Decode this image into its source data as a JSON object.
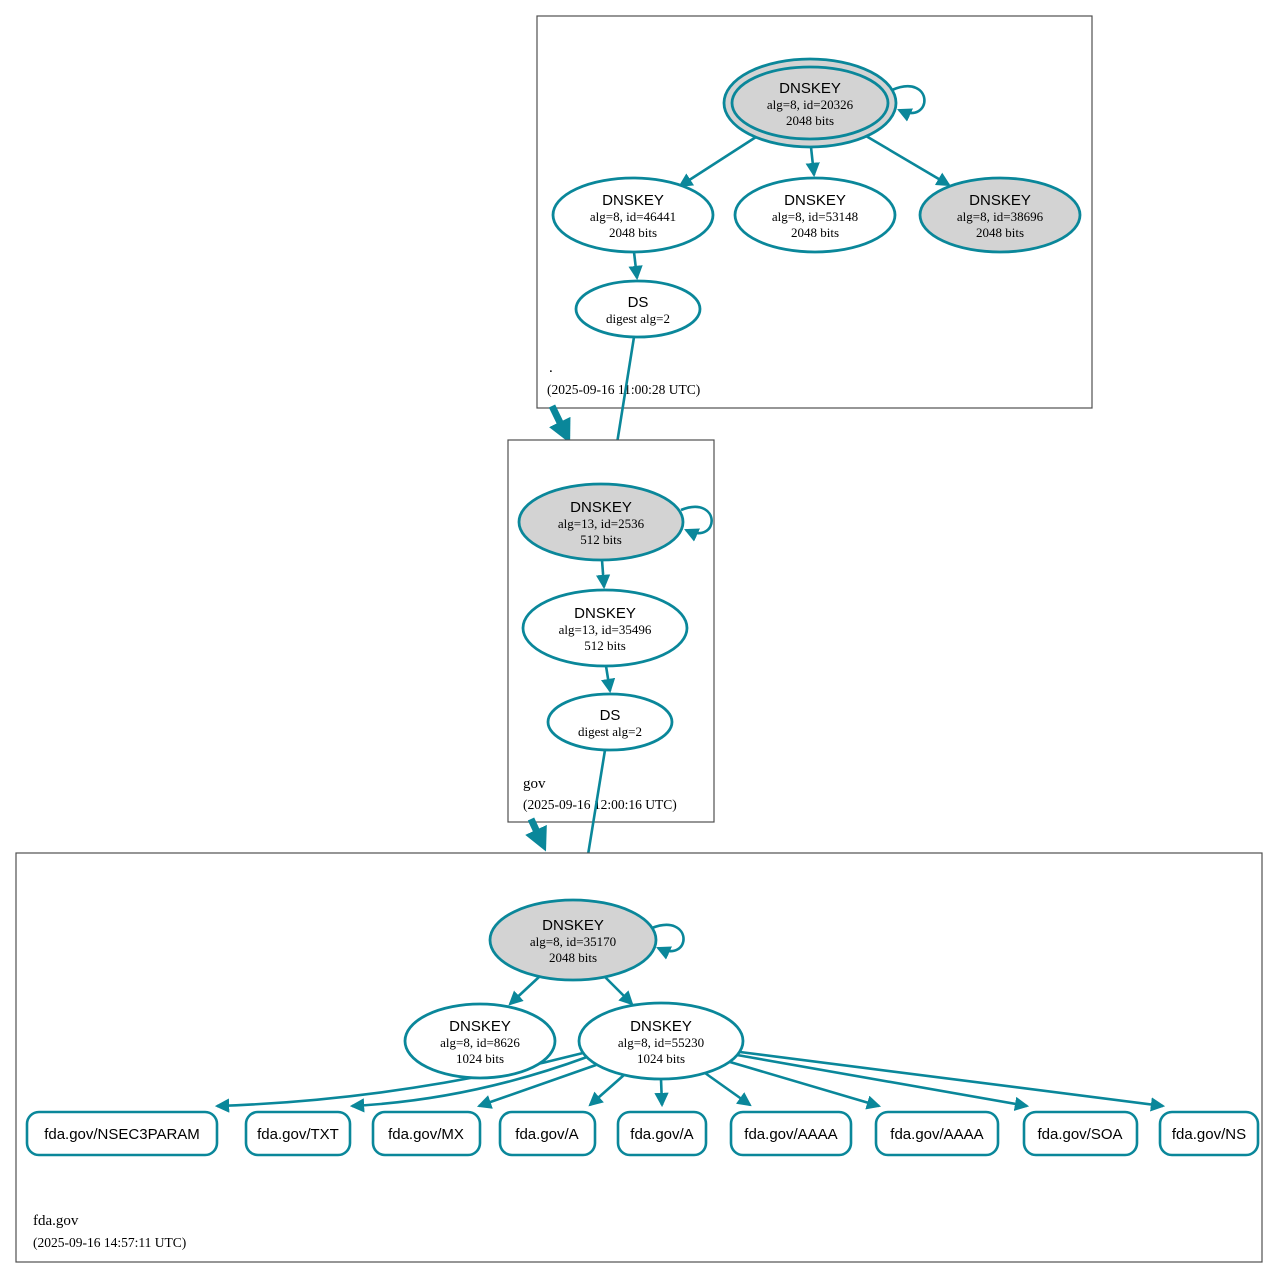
{
  "diagram": {
    "type": "dnssec-authentication-chain",
    "colors": {
      "secure_edge": "#0a879a",
      "node_stroke": "#0a879a",
      "ksk_fill": "#d3d3d3",
      "plain_fill": "#ffffff",
      "zone_box_border": "#4f4f4f",
      "text": "#000000"
    },
    "zones": {
      "root": {
        "name": ".",
        "timestamp": "(2025-09-16 11:00:28 UTC)",
        "ksk": {
          "title": "DNSKEY",
          "detail1": "alg=8, id=20326",
          "detail2": "2048 bits"
        },
        "zsk1": {
          "title": "DNSKEY",
          "detail1": "alg=8, id=46441",
          "detail2": "2048 bits"
        },
        "zsk2": {
          "title": "DNSKEY",
          "detail1": "alg=8, id=53148",
          "detail2": "2048 bits"
        },
        "key3": {
          "title": "DNSKEY",
          "detail1": "alg=8, id=38696",
          "detail2": "2048 bits"
        },
        "ds": {
          "title": "DS",
          "detail1": "digest alg=2"
        }
      },
      "gov": {
        "name": "gov",
        "timestamp": "(2025-09-16 12:00:16 UTC)",
        "ksk": {
          "title": "DNSKEY",
          "detail1": "alg=13, id=2536",
          "detail2": "512 bits"
        },
        "zsk": {
          "title": "DNSKEY",
          "detail1": "alg=13, id=35496",
          "detail2": "512 bits"
        },
        "ds": {
          "title": "DS",
          "detail1": "digest alg=2"
        }
      },
      "fda_gov": {
        "name": "fda.gov",
        "timestamp": "(2025-09-16 14:57:11 UTC)",
        "ksk": {
          "title": "DNSKEY",
          "detail1": "alg=8, id=35170",
          "detail2": "2048 bits"
        },
        "zsk1": {
          "title": "DNSKEY",
          "detail1": "alg=8, id=8626",
          "detail2": "1024 bits"
        },
        "zsk2": {
          "title": "DNSKEY",
          "detail1": "alg=8, id=55230",
          "detail2": "1024 bits"
        },
        "rrsets": [
          {
            "label": "fda.gov/NSEC3PARAM"
          },
          {
            "label": "fda.gov/TXT"
          },
          {
            "label": "fda.gov/MX"
          },
          {
            "label": "fda.gov/A"
          },
          {
            "label": "fda.gov/A"
          },
          {
            "label": "fda.gov/AAAA"
          },
          {
            "label": "fda.gov/AAAA"
          },
          {
            "label": "fda.gov/SOA"
          },
          {
            "label": "fda.gov/NS"
          }
        ]
      }
    }
  }
}
